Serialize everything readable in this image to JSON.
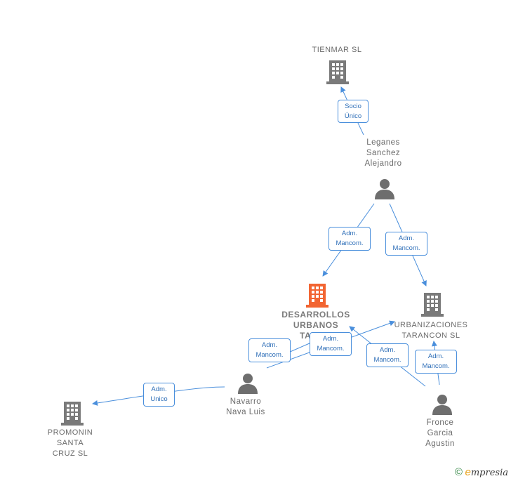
{
  "colors": {
    "edge": "#4a8fdc",
    "company": "#7a7a7a",
    "main_company": "#f26532",
    "person": "#6e6e6e"
  },
  "nodes": {
    "tienmar": {
      "label": "TIENMAR  SL",
      "icon": "building-icon"
    },
    "leganes": {
      "label": "Leganes\nSanchez\nAlejandro",
      "icon": "person-icon"
    },
    "desarrollos": {
      "label": "DESARROLLOS\nURBANOS\nTARA...",
      "icon": "building-icon"
    },
    "urbanizaciones": {
      "label": "URBANIZACIONES\nTARANCON  SL",
      "icon": "building-icon"
    },
    "navarro": {
      "label": "Navarro\nNava Luis",
      "icon": "person-icon"
    },
    "promonin": {
      "label": "PROMONIN\nSANTA\nCRUZ  SL",
      "icon": "building-icon"
    },
    "fronce": {
      "label": "Fronce\nGarcia\nAgustin",
      "icon": "person-icon"
    }
  },
  "edges": {
    "socio_unico": "Socio\nÚnico",
    "leganes_desarrollos": "Adm.\nMancom.",
    "leganes_urbanizaciones": "Adm.\nMancom.",
    "navarro_urbanizaciones": "Adm.\nMancom.",
    "navarro_desarrollos": "Adm.\nMancom.",
    "navarro_promonin": "Adm.\nUnico",
    "fronce_desarrollos": "Adm.\nMancom.",
    "fronce_urbanizaciones": "Adm.\nMancom."
  },
  "footer": {
    "copyright": "©",
    "brand_first": "e",
    "brand_rest": "mpresia"
  }
}
